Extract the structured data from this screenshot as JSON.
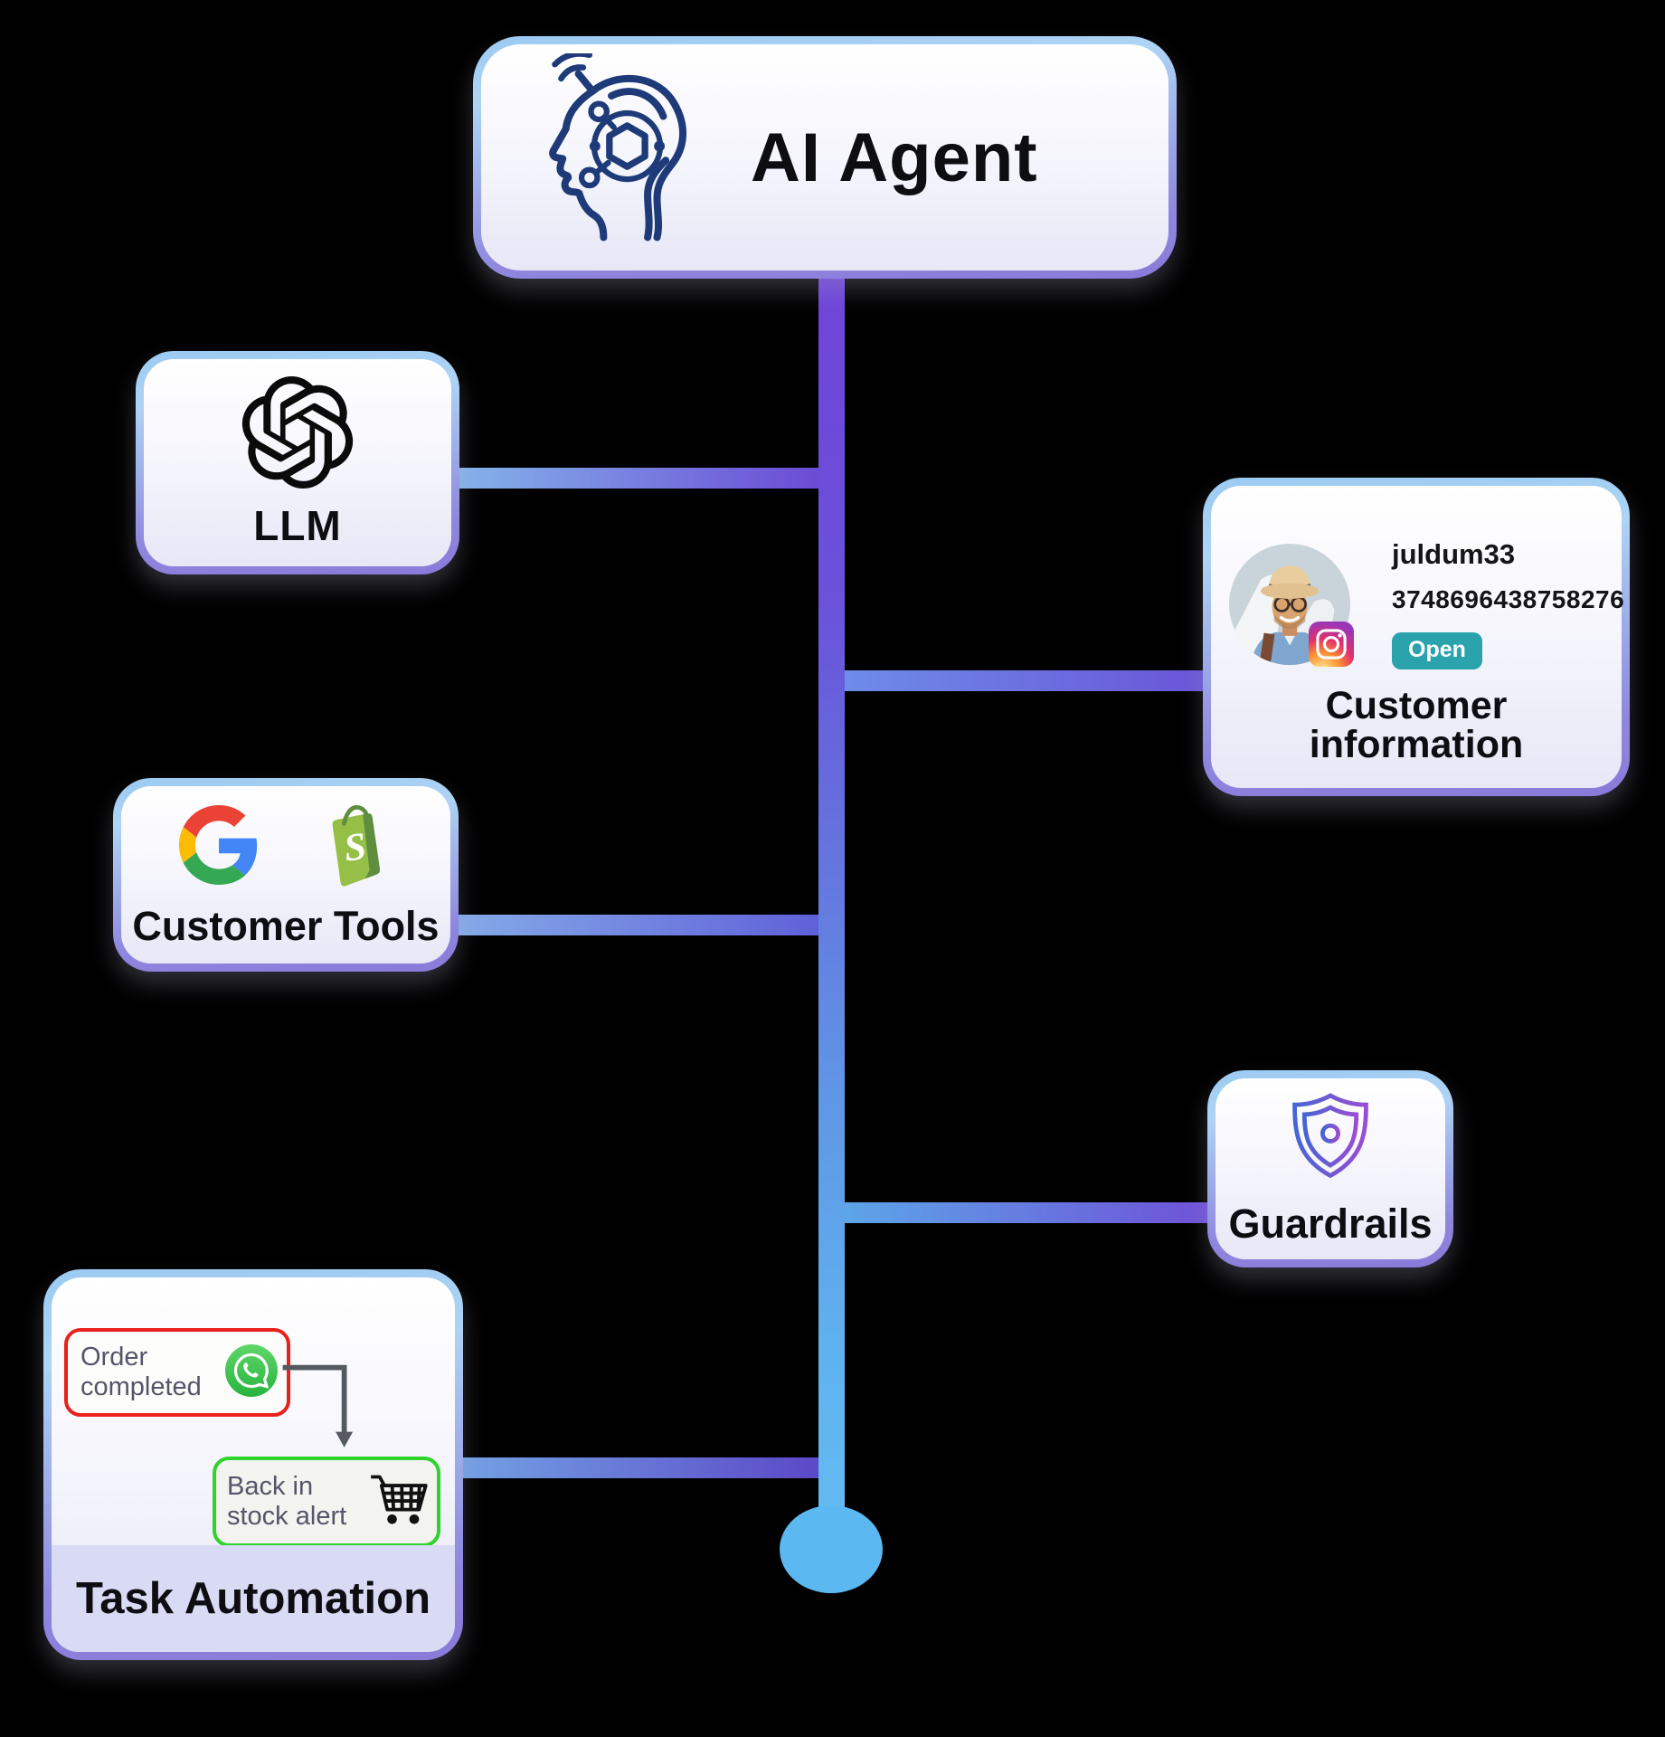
{
  "diagram_title": "AI Agent architecture diagram",
  "nodes": {
    "ai_agent": {
      "label": "AI Agent",
      "icon": "ai-head-icon"
    },
    "llm": {
      "label": "LLM",
      "icon": "openai-logo-icon"
    },
    "customer_info": {
      "title": "Customer information",
      "username": "juldum33",
      "account_number": "3748696438758276",
      "open_button": "Open",
      "icons": [
        "customer-avatar",
        "instagram-icon"
      ]
    },
    "customer_tools": {
      "label": "Customer Tools",
      "icons": [
        "google-icon",
        "shopify-icon"
      ]
    },
    "guardrails": {
      "label": "Guardrails",
      "icon": "shield-lock-icon"
    },
    "task_automation": {
      "label": "Task Automation",
      "trigger": {
        "text": "Order completed",
        "icon": "whatsapp-icon"
      },
      "action": {
        "text": "Back in stock alert",
        "icon": "cart-icon"
      }
    }
  },
  "colors": {
    "background": "#000000",
    "card_border_top": "#9ccaf2",
    "card_border_bottom": "#8a7ad9",
    "spine_top": "#6f44d8",
    "spine_bottom": "#63bcf2",
    "end_circle": "#5cb8f1",
    "open_badge": "#2aa3ac",
    "trigger_border": "#e8211d",
    "action_border": "#2fd32a",
    "flow_text": "#55556a",
    "band": "#d9daf4",
    "head_icon": "#1e3a78",
    "shield_gradient": [
      "#4666d2",
      "#9a4ed2"
    ],
    "whatsapp_green": "#3fc351",
    "shopify_green": "#95bf47",
    "shopify_dark_green": "#5e8e3e"
  }
}
